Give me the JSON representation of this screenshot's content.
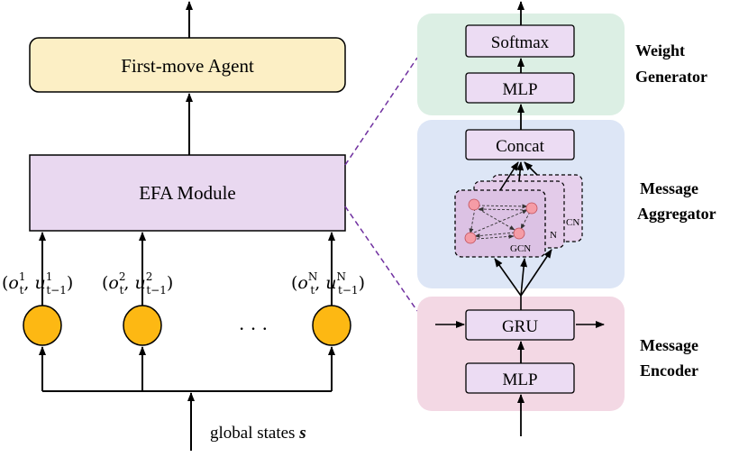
{
  "colors": {
    "agent_fill": "#fcefc5",
    "efa_fill": "#e9d8f0",
    "node_fill": "#fdb813",
    "weight_generator_bg": "#dcefe4",
    "message_aggregator_bg": "#dde6f6",
    "message_encoder_bg": "#f3d8e4",
    "inner_box_fill": "#ecdcf3",
    "gcn_node_fill": "#f59ca6",
    "dashed_connector": "#7030a0"
  },
  "left_panel": {
    "agent_label": "First-move Agent",
    "efa_label": "EFA Module",
    "inputs": [
      {
        "o": "o",
        "o_sub": "t",
        "o_sup": "1",
        "u": "u",
        "u_sub": "t−1",
        "u_sup": "1"
      },
      {
        "o": "o",
        "o_sub": "t",
        "o_sup": "2",
        "u": "u",
        "u_sub": "t−1",
        "u_sup": "2"
      },
      {
        "o": "o",
        "o_sub": "t",
        "o_sup": "N",
        "u": "u",
        "u_sub": "t−1",
        "u_sup": "N"
      }
    ],
    "ellipsis": "· · ·",
    "global_states_text": "global states ",
    "global_states_symbol": "s"
  },
  "right_panel": {
    "weight_generator": {
      "title_line1": "Weight",
      "title_line2": "Generator",
      "softmax_label": "Softmax",
      "mlp_label": "MLP"
    },
    "message_aggregator": {
      "title_line1": "Message",
      "title_line2": "Aggregator",
      "concat_label": "Concat",
      "gcn_label_front": "GCN",
      "gcn_label_mid": "N",
      "gcn_label_back": "CN"
    },
    "message_encoder": {
      "title_line1": "Message",
      "title_line2": "Encoder",
      "gru_label": "GRU",
      "mlp_label": "MLP"
    }
  }
}
